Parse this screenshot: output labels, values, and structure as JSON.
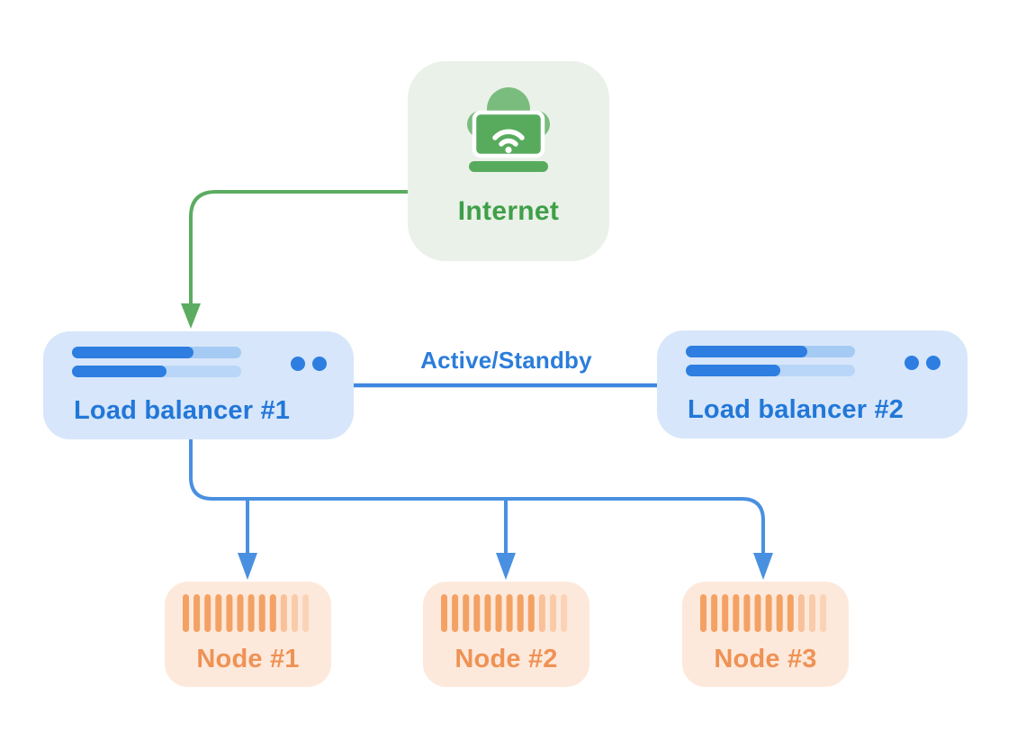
{
  "diagram": {
    "internet": {
      "label": "Internet",
      "icon": "cloud-laptop-wifi-icon"
    },
    "connection": {
      "label": "Active/Standby"
    },
    "load_balancers": [
      {
        "label": "Load balancer #1"
      },
      {
        "label": "Load balancer #2"
      }
    ],
    "nodes": [
      {
        "label": "Node #1"
      },
      {
        "label": "Node #2"
      },
      {
        "label": "Node #3"
      }
    ],
    "colors": {
      "background": "#ffffff",
      "green_accent": "#57aa5c",
      "green_arrow": "#5bac60",
      "green_text": "#3f9f48",
      "green_card_bg": "#e9f1e8",
      "blue_accent": "#2d7ee0",
      "blue_text": "#2277d8",
      "blue_line": "#4a90e0",
      "blue_card_bg": "#d7e6fa",
      "orange_accent": "#f4a164",
      "orange_text": "#ef9255",
      "orange_card_bg": "#fde9db"
    }
  }
}
